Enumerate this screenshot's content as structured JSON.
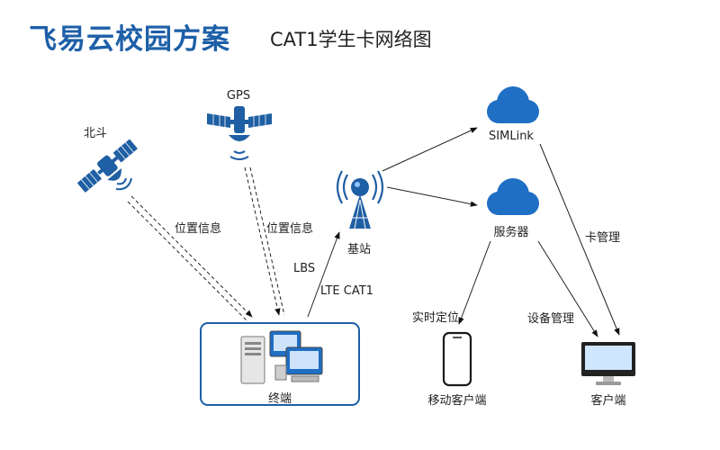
{
  "header": {
    "title": "飞易云校园方案",
    "subtitle": "CAT1学生卡网络图"
  },
  "nodes": {
    "beidou": "北斗",
    "gps": "GPS",
    "base_station": "基站",
    "simlink": "SIMLink",
    "server": "服务器",
    "terminal": "终端",
    "mobile_client": "移动客户端",
    "client": "客户端"
  },
  "edges": {
    "beidou_terminal": "位置信息",
    "gps_terminal": "位置信息",
    "lbs": "LBS",
    "lte": "LTE CAT1",
    "server_mobile": "实时定位",
    "server_client": "设备管理",
    "simlink_client": "卡管理"
  },
  "colors": {
    "brand": "#1d5fa8",
    "cloud": "#1f6fc5",
    "satellite": "#1f5fa3"
  },
  "icons": {
    "beidou": "satellite-icon",
    "gps": "satellite-icon",
    "base_station": "antenna-tower-icon",
    "simlink": "cloud-icon",
    "server": "cloud-icon",
    "terminal": "computers-icon",
    "mobile_client": "smartphone-icon",
    "client": "monitor-icon"
  }
}
